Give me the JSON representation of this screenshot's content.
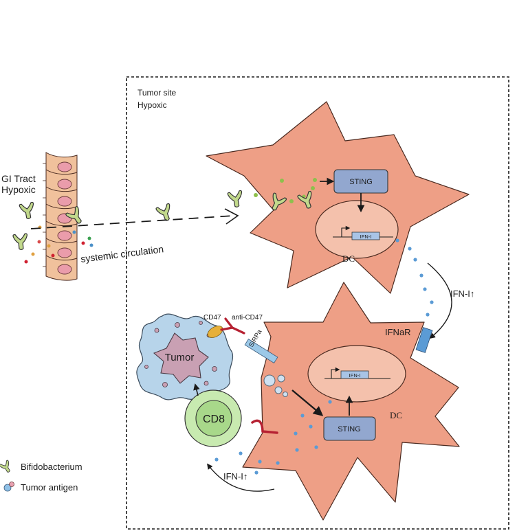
{
  "tumor_site": {
    "line1": "Tumor site",
    "line2": "Hypoxic"
  },
  "gi_tract": {
    "line1": "GI Tract",
    "line2": "Hypoxic"
  },
  "systemic_label": "systemic circulation",
  "dc_upper": {
    "sting": "STING",
    "ifn": "IFN-I",
    "dc_label": "DC"
  },
  "dc_lower": {
    "sting": "STING",
    "ifn": "IFN-I",
    "dc_label": "DC"
  },
  "ifn_up_right": "IFN-I↑",
  "ifn_up_left": "IFN-I↑",
  "ifnar": "IFNaR",
  "cd47": "CD47",
  "anti_cd47": "anti-CD47",
  "sirpa": "SIRPa",
  "tumor": "Tumor",
  "cd8": "CD8",
  "legend": {
    "bifido": "Bifidobacterium",
    "antigen": "Tumor antigen"
  },
  "colors": {
    "dc_fill": "#ee9f86",
    "nucleus_fill": "#f4c1ac",
    "sting_fill": "#92a7cf",
    "bacterium": "#c2d98c",
    "antigen_blue": "#5b9bd5",
    "tumor_outer": "#b7d4ea",
    "tumor_inner": "#c9a0b3",
    "cd8_outer": "#c8eab0",
    "cd8_inner": "#a8d88a",
    "cd47": "#e6b03a",
    "anti_cd47": "#b62132",
    "sirpa": "#9cc9e8"
  }
}
